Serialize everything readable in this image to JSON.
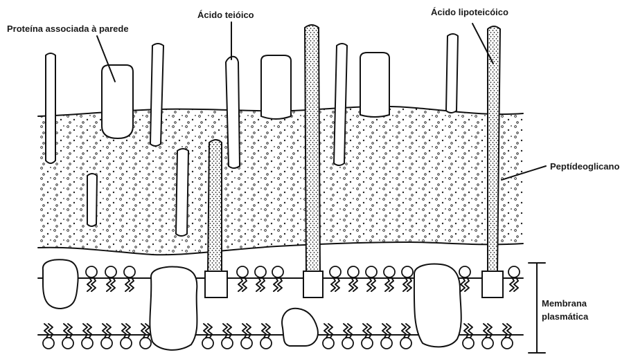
{
  "diagram": {
    "labels": {
      "wall_protein": "Proteína associada à parede",
      "teichoic_acid": "Ácido teióico",
      "lipoteichoic_acid": "Ácido lipoteicóico",
      "peptidoglycan": "Peptídeoglicano",
      "membrane_line1": "Membrana",
      "membrane_line2": "plasmática"
    }
  }
}
